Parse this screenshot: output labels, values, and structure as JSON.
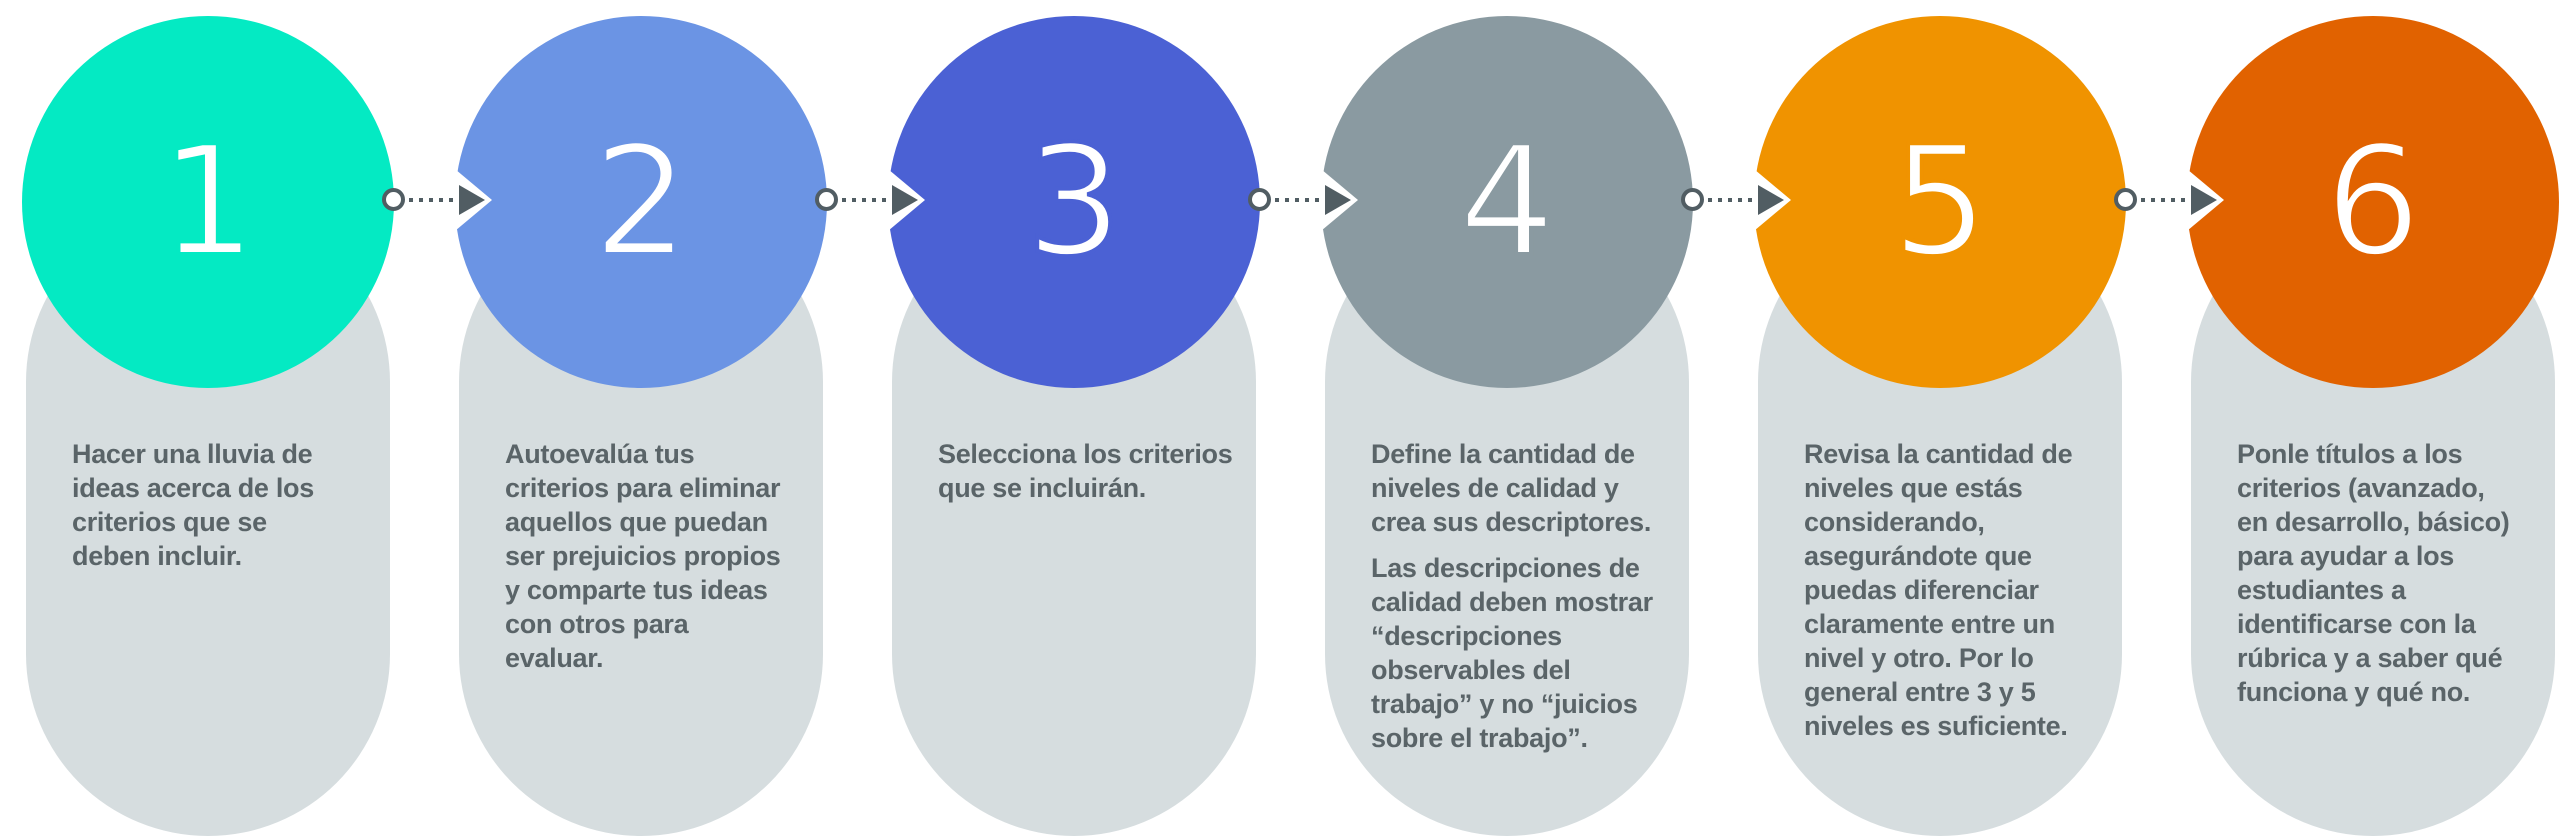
{
  "palette": {
    "pill_color": "#D6DDDF",
    "text_color": "#5A6468",
    "connector_color": "#515D63",
    "background": "#ffffff",
    "number_color": "#ffffff"
  },
  "steps": [
    {
      "number": "1",
      "circle_color": "#04EAC3",
      "description": "Hacer una lluvia de\nideas acerca de los\ncriterios que se\ndeben incluir."
    },
    {
      "number": "2",
      "circle_color": "#6B94E4",
      "description": "Autoevalúa tus\ncriterios para eliminar\naquellos que puedan\nser prejuicios propios\ny comparte tus ideas\ncon otros para\nevaluar."
    },
    {
      "number": "3",
      "circle_color": "#4B61D4",
      "description": "Selecciona los criterios\nque se incluirán."
    },
    {
      "number": "4",
      "circle_color": "#8A9AA1",
      "description": "Define la cantidad de\nniveles de calidad y\ncrea sus descriptores.",
      "description2": "Las descripciones de\ncalidad deben mostrar\n“descripciones\nobservables del\ntrabajo” y no “juicios\nsobre el trabajo”."
    },
    {
      "number": "5",
      "circle_color": "#F09300",
      "description": "Revisa la cantidad de\nniveles que estás\nconsiderando,\nasegurándote que\npuedas diferenciar\nclaramente entre un\nnivel y otro. Por lo\ngeneral entre 3 y 5\nniveles es suficiente."
    },
    {
      "number": "6",
      "circle_color": "#E16200",
      "description": "Ponle títulos a los\ncriterios (avanzado,\nen desarrollo, básico)\npara ayudar a los\nestudiantes a\nidentificarse con la\nrúbrica y a saber qué\nfunciona y qué no."
    }
  ]
}
